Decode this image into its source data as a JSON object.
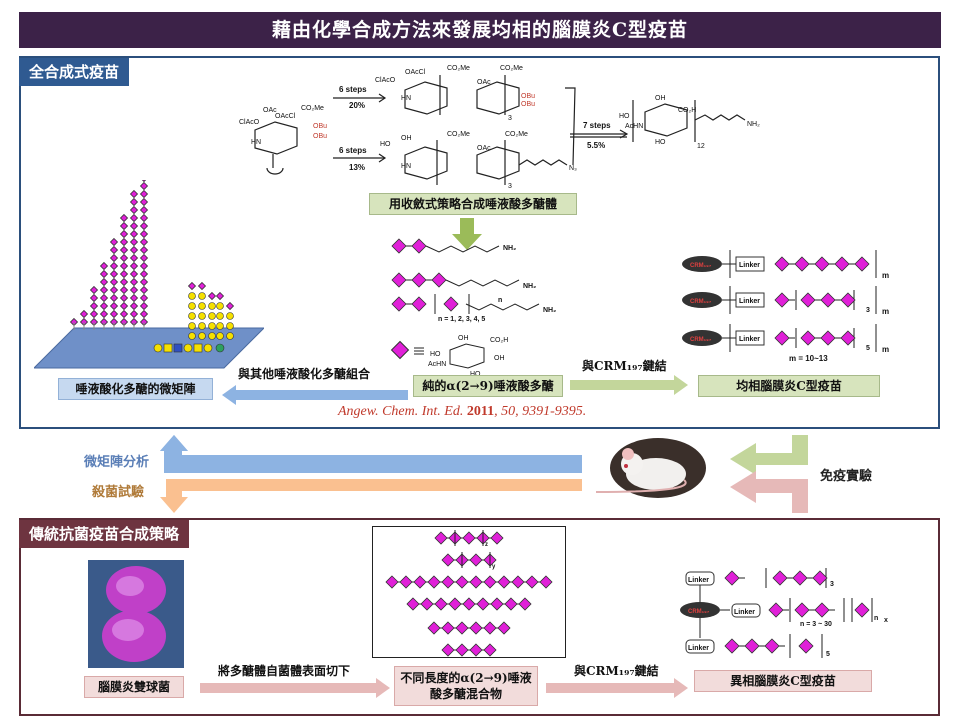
{
  "title": "藉由化學合成方法來發展均相的腦膜炎C型疫苗",
  "top_panel": {
    "tag": "全合成式疫苗",
    "steps": {
      "a": "6 steps",
      "a_yield": "20%",
      "b": "6 steps",
      "b_yield": "13%",
      "c": "7 steps",
      "c_yield": "5.5%"
    },
    "chem_labels": {
      "co2me": "CO₂Me",
      "co2h": "CO₂H",
      "oac": "OAc",
      "oaccl": "OAcCl",
      "claco": "ClAcO",
      "hn": "HN",
      "acnh": "AcHN",
      "n3": "N₃",
      "nh2": "NH₂",
      "obu": "OBu",
      "ho": "HO",
      "oh": "OH",
      "sub12": "12",
      "sub3": "3"
    },
    "convergent_label": "用收斂式策略合成唾液酸多醣體",
    "chain_n_label": "n = 1, 2, 3, 4, 5",
    "pure_label": "純的α(2→9)唾液酸多醣",
    "combine_label": "與其他唾液酸化多醣組合",
    "microarray_label": "唾液酸化多醣的微矩陣",
    "link_label": "與CRM₁₉₇鍵結",
    "homogeneous_label": "均相腦膜炎C型疫苗",
    "crm_label": "CRM₁₉₇",
    "linker_label": "Linker",
    "m_label": "m",
    "three_label": "3",
    "five_label": "5",
    "m_range": "m = 10~13",
    "citation_journal": "Angew. Chem. Int. Ed.",
    "citation_year": "2011",
    "citation_rest": ", 50, 9391-9395."
  },
  "middle": {
    "microarray_analysis": "微矩陣分析",
    "bactericidal": "殺菌試驗",
    "immunization": "免疫實驗"
  },
  "bottom_panel": {
    "tag": "傳統抗菌疫苗合成策略",
    "bacteria_label": "腦膜炎雙球菌",
    "cut_label": "將多醣體自菌體表面切下",
    "mixture_label": "不同長度的α(2→9)唾液酸多醣混合物",
    "link_label": "與CRM₁₉₇鍵結",
    "hetero_label": "異相腦膜炎C型疫苗",
    "n_range": "n = 3 ~ 30",
    "x_label": "x",
    "z_label": "z",
    "y_label": "y",
    "n_label": "n"
  },
  "colors": {
    "title_bg": "#3c2248",
    "top_border": "#2b4f7c",
    "bottom_border": "#5a2b36",
    "green_box": "#d7e4bd",
    "blue_box": "#c6d9f0",
    "pink_box": "#f2dcdb",
    "diamond": "#e020d8",
    "red_text": "#c0392b"
  }
}
